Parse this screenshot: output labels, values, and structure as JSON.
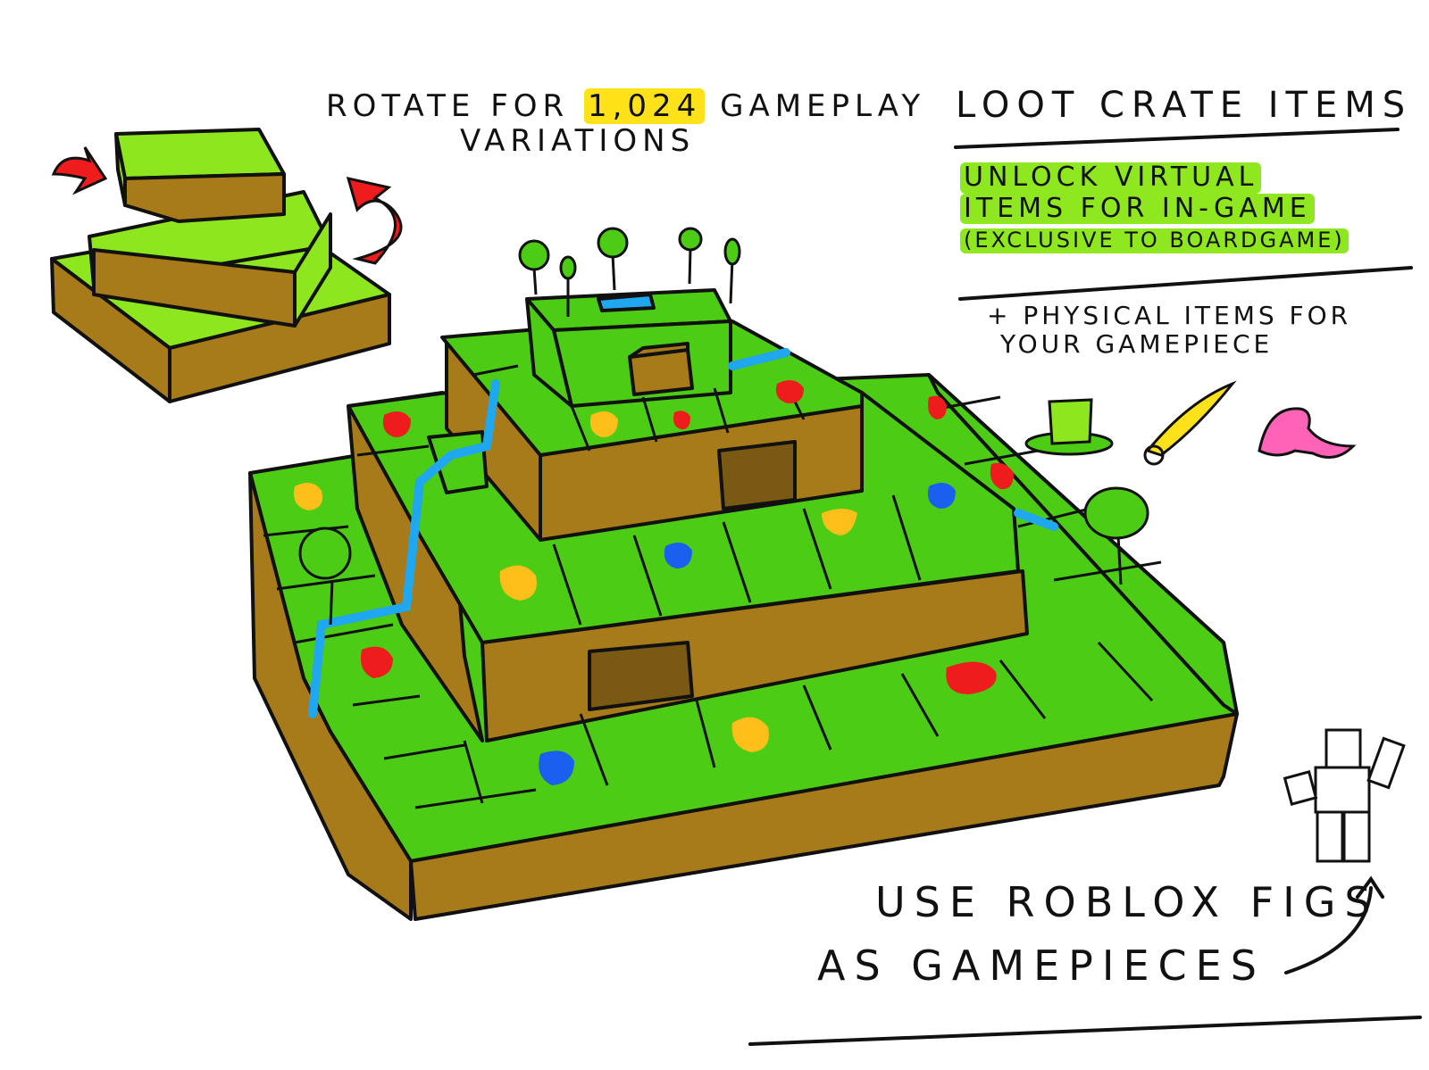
{
  "colors": {
    "grass": "#4ccc14",
    "grass_light": "#8ee61e",
    "dirt": "#a77a1a",
    "dirt_dark": "#7a5a12",
    "water": "#1fa7f0",
    "red": "#ee1c1c",
    "yellow": "#ffbf1a",
    "blue": "#1a5ff0",
    "pink": "#ff63b8",
    "ink": "#111111"
  },
  "rotate_note": {
    "line1_prefix": "ROTATE FOR",
    "line1_highlight": "1,024",
    "line1_suffix": "GAMEPLAY",
    "line2": "VARIATIONS"
  },
  "loot": {
    "heading": "LOOT CRATE ITEMS",
    "virtual_lines": [
      "UNLOCK VIRTUAL",
      "ITEMS FOR IN-GAME",
      "(EXCLUSIVE TO BOARDGAME)"
    ],
    "physical_lines": [
      "+ PHYSICAL ITEMS FOR",
      "YOUR GAMEPIECE"
    ],
    "icons": [
      "top-hat-icon",
      "feather-icon",
      "mustache-icon"
    ]
  },
  "figs_note": {
    "line1": "USE ROBLOX FIGS",
    "line2": "AS GAMEPIECES"
  }
}
